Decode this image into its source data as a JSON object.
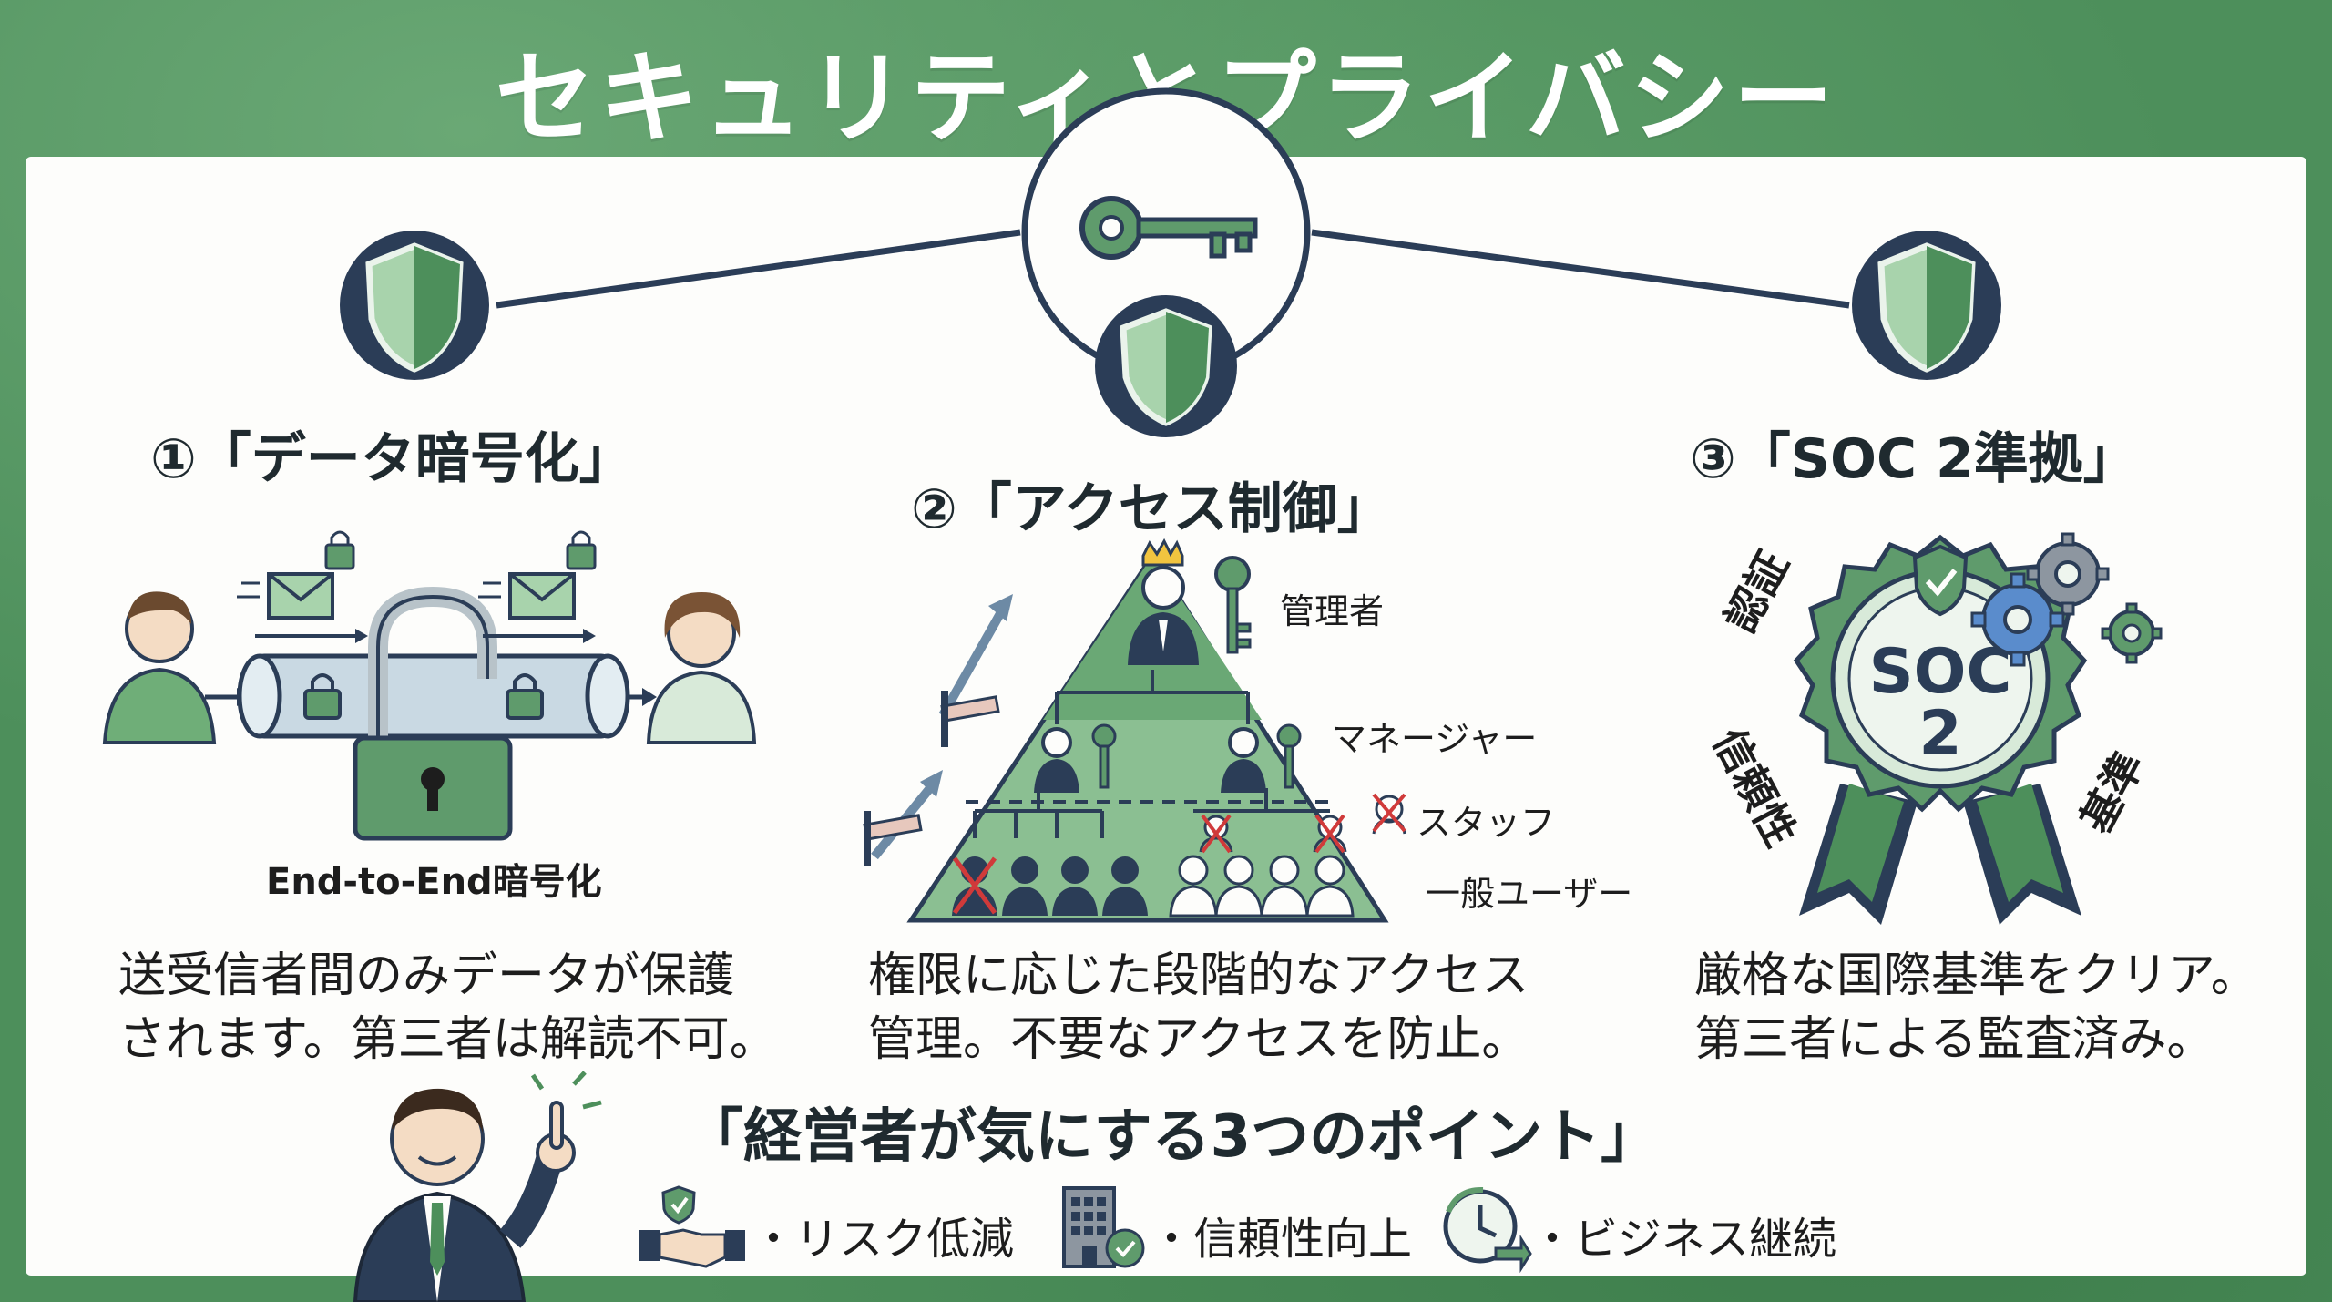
{
  "title": "セキュリティとプライバシー",
  "sections": [
    {
      "heading": "①「データ暗号化」",
      "caption": "End-to-End暗号化",
      "desc": "送受信者間のみデータが保護\nされます。第三者は解読不可。"
    },
    {
      "heading": "②「アクセス制御」",
      "levels": [
        "管理者",
        "マネージャー",
        "スタッフ",
        "一般ユーザー"
      ],
      "desc": "権限に応じた段階的なアクセス\n管理。不要なアクセスを防止。"
    },
    {
      "heading": "③「SOC 2準拠」",
      "badge": {
        "line1": "SOC",
        "line2": "2"
      },
      "badge_words": [
        "認証",
        "信頼性",
        "基準"
      ],
      "desc": "厳格な国際基準をクリア。\n第三者による監査済み。"
    }
  ],
  "bottom": {
    "heading": "「経営者が気にする3つのポイント」",
    "points": [
      "・リスク低減",
      "・信頼性向上",
      "・ビジネス継続"
    ]
  },
  "colors": {
    "green": "#4d8f5b",
    "light_green": "#a8d3ac",
    "navy": "#2b3d57",
    "shield_green": "#5f9b6c"
  },
  "icons": [
    "key-icon",
    "shield-icon",
    "envelope-icon",
    "lock-icon",
    "padlock-icon",
    "person-icon",
    "crown-icon",
    "gear-icon",
    "handshake-icon",
    "building-icon",
    "clock-icon"
  ]
}
